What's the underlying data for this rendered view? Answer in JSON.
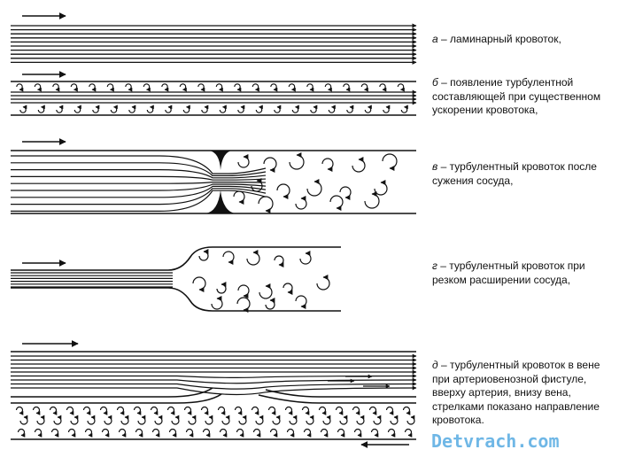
{
  "panels": [
    {
      "id": "a",
      "letter": "а",
      "text": " – ламинарный кровоток,"
    },
    {
      "id": "b",
      "letter": "б",
      "text": " – появление турбулентной\nсоставляющей при существенном\nускорении кровотока,"
    },
    {
      "id": "v",
      "letter": "в",
      "text": " – турбулентный кровоток после\nсужения сосуда,"
    },
    {
      "id": "g",
      "letter": "г",
      "text": " – турбулентный кровоток при\nрезком расширении сосуда,"
    },
    {
      "id": "d",
      "letter": "д",
      "text": " – турбулентный кровоток в вене\nпри артериовенозной фистуле,\nвверху артерия, внизу вена,\nстрелками показано направление\nкровотока."
    }
  ],
  "watermark": "Detvrach.com",
  "colors": {
    "ink": "#111111",
    "watermark": "#6fb7e6"
  }
}
